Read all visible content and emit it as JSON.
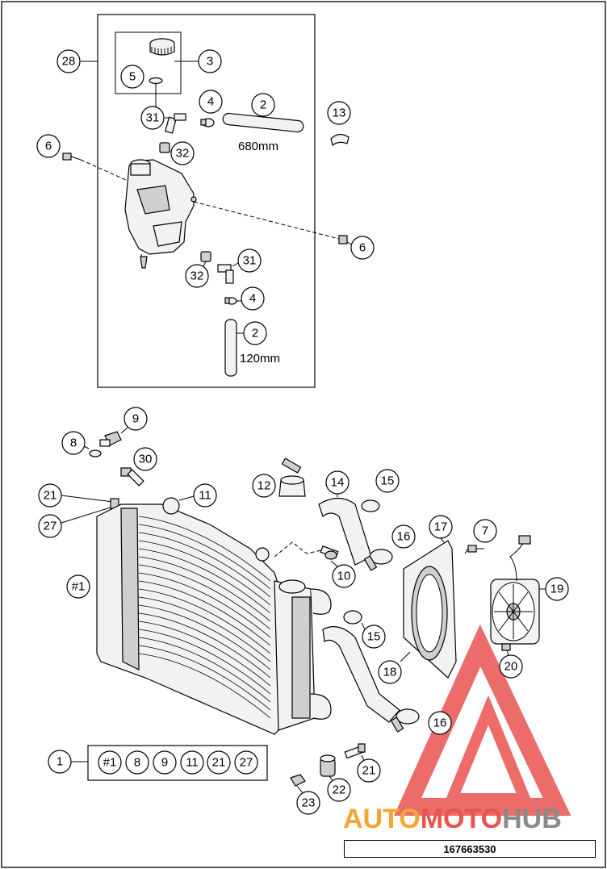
{
  "diagram": {
    "tank_group_label": "28",
    "tank_callouts": [
      {
        "id": "c3",
        "label": "3"
      },
      {
        "id": "c5",
        "label": "5"
      },
      {
        "id": "c31a",
        "label": "31"
      },
      {
        "id": "c4a",
        "label": "4"
      },
      {
        "id": "c2a",
        "label": "2"
      },
      {
        "id": "c13",
        "label": "13"
      },
      {
        "id": "c6a",
        "label": "6"
      },
      {
        "id": "c32a",
        "label": "32"
      },
      {
        "id": "c6b",
        "label": "6"
      },
      {
        "id": "c31b",
        "label": "31"
      },
      {
        "id": "c32b",
        "label": "32"
      },
      {
        "id": "c4b",
        "label": "4"
      },
      {
        "id": "c2b",
        "label": "2"
      }
    ],
    "hose_lengths": {
      "upper": "680mm",
      "lower": "120mm"
    },
    "radiator_callouts": [
      {
        "id": "c9",
        "label": "9"
      },
      {
        "id": "c8",
        "label": "8"
      },
      {
        "id": "c30",
        "label": "30"
      },
      {
        "id": "c21a",
        "label": "21"
      },
      {
        "id": "c27",
        "label": "27"
      },
      {
        "id": "c11",
        "label": "11"
      },
      {
        "id": "c12",
        "label": "12"
      },
      {
        "id": "c14",
        "label": "14"
      },
      {
        "id": "c15a",
        "label": "15"
      },
      {
        "id": "c16a",
        "label": "16"
      },
      {
        "id": "c17",
        "label": "17"
      },
      {
        "id": "c7",
        "label": "7"
      },
      {
        "id": "c19",
        "label": "19"
      },
      {
        "id": "c1hash",
        "label": "#1"
      },
      {
        "id": "c10",
        "label": "10"
      },
      {
        "id": "c15b",
        "label": "15"
      },
      {
        "id": "c18",
        "label": "18"
      },
      {
        "id": "c20",
        "label": "20"
      },
      {
        "id": "c16b",
        "label": "16"
      },
      {
        "id": "c21b",
        "label": "21"
      },
      {
        "id": "c22",
        "label": "22"
      },
      {
        "id": "c23",
        "label": "23"
      }
    ],
    "kit": {
      "label": "1",
      "items": [
        "#1",
        "8",
        "9",
        "11",
        "21",
        "27"
      ]
    },
    "part_number": "167663530"
  },
  "watermark": {
    "text_left": "AUTO",
    "text_mid": "MOTO",
    "text_right": "HUB",
    "colors": {
      "red": "#e8534f",
      "orange": "#f4a535",
      "gray": "#8a8a8a"
    }
  }
}
